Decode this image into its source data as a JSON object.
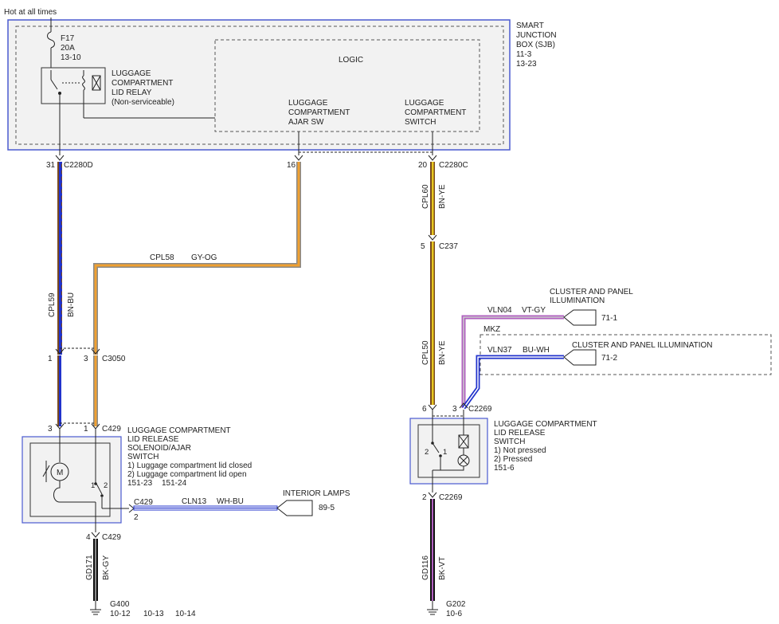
{
  "header": {
    "hot_label": "Hot at all times"
  },
  "fuse": {
    "name": "F17",
    "rating": "20A",
    "ref": "13-10"
  },
  "relay": {
    "lines": [
      "LUGGAGE",
      "COMPARTMENT",
      "LID RELAY",
      "(Non-serviceable)"
    ]
  },
  "sjb": {
    "lines": [
      "SMART",
      "JUNCTION",
      "BOX (SJB)",
      "11-3",
      "13-23"
    ]
  },
  "logic": {
    "title": "LOGIC",
    "ajar_sw": [
      "LUGGAGE",
      "COMPARTMENT",
      "AJAR SW"
    ],
    "switch": [
      "LUGGAGE",
      "COMPARTMENT",
      "SWITCH"
    ]
  },
  "connectors": {
    "c2280d": "C2280D",
    "c2280d_pin": "31",
    "c2280d_pin16": "16",
    "c2280c": "C2280C",
    "c2280c_pin": "20",
    "c237": "C237",
    "c237_pin": "5",
    "c3050": "C3050",
    "c3050_pin1": "1",
    "c3050_pin3": "3",
    "c429_top": "C429",
    "c429_pin3": "3",
    "c429_pin1": "1",
    "c429_side": "C429",
    "c429_side_pin": "2",
    "c429_bot": "C429",
    "c429_bot_pin": "4",
    "c2269_top": "C2269",
    "c2269_pin6": "6",
    "c2269_pin3": "3",
    "c2269_bot": "C2269",
    "c2269_bot_pin": "2"
  },
  "wires": {
    "cpl58": "CPL58",
    "cpl58_color": "GY-OG",
    "cpl59": "CPL59",
    "cpl59_color": "BN-BU",
    "cpl60": "CPL60",
    "cpl60_color": "BN-YE",
    "cpl50": "CPL50",
    "cpl50_color": "BN-YE",
    "vln04": "VLN04",
    "vln04_color": "VT-GY",
    "vln37": "VLN37",
    "vln37_color": "BU-WH",
    "cln13": "CLN13",
    "cln13_color": "WH-BU",
    "gd171": "GD171",
    "gd171_color": "BK-GY",
    "gd116": "GD116",
    "gd116_color": "BK-VT"
  },
  "wire_colors": {
    "brown": "#7a4a1e",
    "blue": "#2233cc",
    "gray": "#8a8a8a",
    "orange": "#f0a030",
    "yellow": "#e8c820",
    "violet": "#b060c0",
    "white": "#ffffff",
    "black": "#111111",
    "box_blue": "#4a5ad0"
  },
  "cluster1": {
    "title": [
      "CLUSTER AND PANEL",
      "ILLUMINATION"
    ],
    "ref": "71-1"
  },
  "mkz": {
    "label": "MKZ"
  },
  "cluster2": {
    "title": "CLUSTER AND PANEL ILLUMINATION",
    "ref": "71-2"
  },
  "solenoid": {
    "lines": [
      "LUGGAGE COMPARTMENT",
      "LID RELEASE",
      "SOLENOID/AJAR",
      "SWITCH",
      "1) Luggage compartment lid closed",
      "2) Luggage compartment lid open"
    ],
    "refs": [
      "151-23",
      "151-24"
    ],
    "motor": "M",
    "sw_pins": [
      "1",
      "2"
    ]
  },
  "switch_box": {
    "lines": [
      "LUGGAGE COMPARTMENT",
      "LID RELEASE",
      "SWITCH",
      "1) Not pressed",
      "2) Pressed",
      "151-6"
    ],
    "sw_pins": [
      "2",
      "1"
    ]
  },
  "interior_lamps": {
    "title": "INTERIOR LAMPS",
    "ref": "89-5"
  },
  "grounds": {
    "g400": "G400",
    "g400_refs": [
      "10-12",
      "10-13",
      "10-14"
    ],
    "g202": "G202",
    "g202_ref": "10-6"
  }
}
